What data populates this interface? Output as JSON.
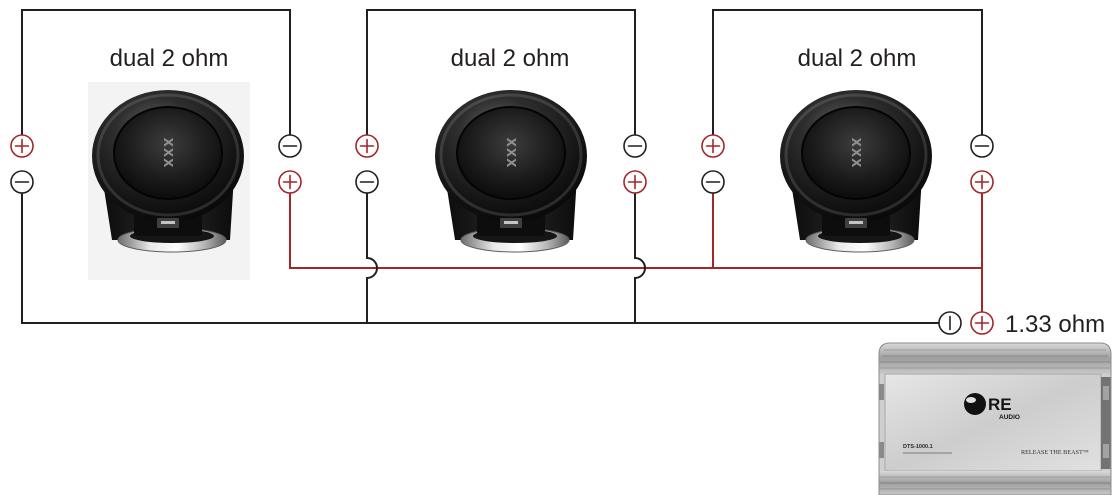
{
  "diagram": {
    "speaker_logo": "XXX",
    "speakers": [
      {
        "label": "dual 2 ohm",
        "terminals_left": [
          "plus-circle-icon",
          "minus-circle-icon"
        ],
        "terminals_right": [
          "minus-circle-icon",
          "plus-circle-icon"
        ]
      },
      {
        "label": "dual 2 ohm",
        "terminals_left": [
          "plus-circle-icon",
          "minus-circle-icon"
        ],
        "terminals_right": [
          "minus-circle-icon",
          "plus-circle-icon"
        ]
      },
      {
        "label": "dual 2 ohm",
        "terminals_left": [
          "plus-circle-icon",
          "minus-circle-icon"
        ],
        "terminals_right": [
          "minus-circle-icon",
          "plus-circle-icon"
        ]
      }
    ],
    "amplifier": {
      "terminals": [
        "circled-bar-icon",
        "plus-circle-icon"
      ],
      "impedance_label": "1.33 ohm",
      "logo_mark": "RE",
      "logo_word": "AUDIO",
      "model": "DTS-1000.1",
      "slogan": "RELEASE THE BEAST™"
    }
  },
  "colors": {
    "negative_wire": "#231f20",
    "positive_wire": "#a3262a"
  }
}
